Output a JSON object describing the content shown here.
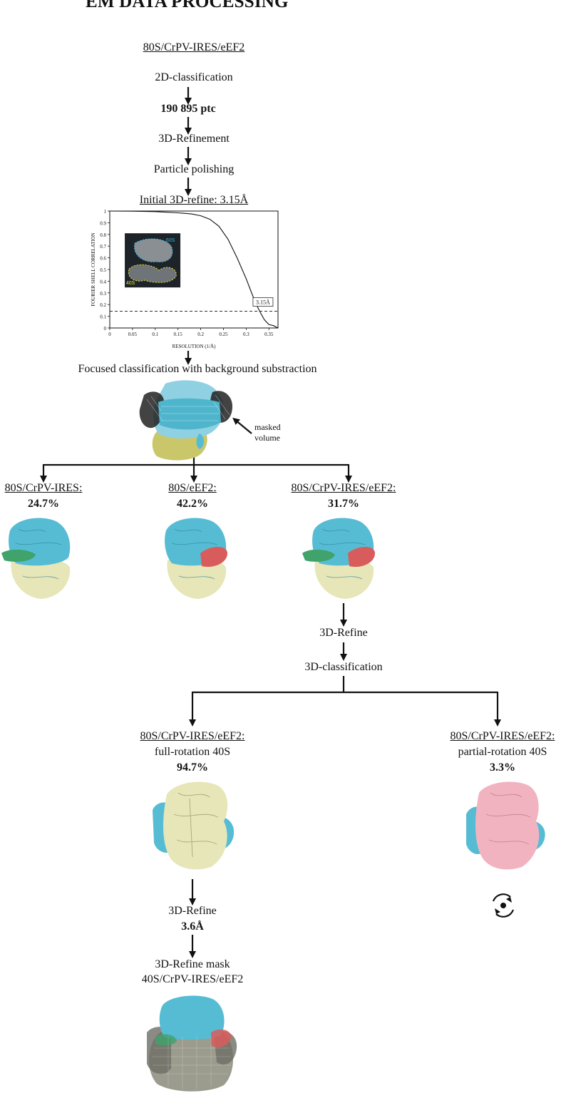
{
  "title": "EM DATA PROCESSING",
  "start_sample": "80S/CrPV-IRES/eEF2",
  "steps": {
    "classification_2d": "2D-classification",
    "particle_count": "190 895 ptc",
    "refinement_3d": "3D-Refinement",
    "polishing": "Particle polishing",
    "initial_refine": "Initial 3D-refine: 3.15Å",
    "focused": "Focused classification with  background substraction",
    "masked_volume_line1": "masked",
    "masked_volume_line2": "volume"
  },
  "fsc_plot": {
    "ylabel": "FOURIER SHELL CORRELATION",
    "xlabel": "RESOLUTION (1/Å)",
    "x_ticks": [
      "0",
      "0.05",
      "0.1",
      "0.15",
      "0.2",
      "0.25",
      "0.3",
      "0.35"
    ],
    "y_ticks": [
      "0",
      "0.1",
      "0.2",
      "0.3",
      "0.4",
      "0.5",
      "0.6",
      "0.7",
      "0.8",
      "0.9",
      "1"
    ],
    "xlim": [
      0,
      0.37
    ],
    "ylim": [
      0,
      1
    ],
    "threshold": 0.143,
    "resolution_label": "3.15Å",
    "inset_60s": "60S",
    "inset_40s": "40S",
    "curve": [
      [
        0,
        1.0
      ],
      [
        0.05,
        0.999
      ],
      [
        0.1,
        0.995
      ],
      [
        0.15,
        0.985
      ],
      [
        0.18,
        0.975
      ],
      [
        0.2,
        0.96
      ],
      [
        0.22,
        0.93
      ],
      [
        0.24,
        0.87
      ],
      [
        0.26,
        0.76
      ],
      [
        0.28,
        0.6
      ],
      [
        0.3,
        0.42
      ],
      [
        0.31,
        0.32
      ],
      [
        0.32,
        0.22
      ],
      [
        0.33,
        0.14
      ],
      [
        0.34,
        0.07
      ],
      [
        0.35,
        0.03
      ],
      [
        0.36,
        0.02
      ],
      [
        0.37,
        0.0
      ]
    ]
  },
  "classes": [
    {
      "name": "80S/CrPV-IRES:",
      "pct": "24.7%"
    },
    {
      "name": "80S/eEF2:",
      "pct": "42.2%"
    },
    {
      "name": "80S/CrPV-IRES/eEF2:",
      "pct": "31.7%"
    }
  ],
  "second_round": {
    "refine": "3D-Refine",
    "classification": "3D-classification"
  },
  "subclasses": [
    {
      "name": "80S/CrPV-IRES/eEF2:",
      "desc": "full-rotation 40S",
      "pct": "94.7%"
    },
    {
      "name": "80S/CrPV-IRES/eEF2:",
      "desc": "partial-rotation 40S",
      "pct": "3.3%"
    }
  ],
  "final": {
    "refine": "3D-Refine",
    "resolution": "3.6Å",
    "mask_line1": "3D-Refine mask",
    "mask_line2": "40S/CrPV-IRES/eEF2"
  },
  "colors": {
    "sixty_s": "#56bcd4",
    "forty_s": "#e6e6b8",
    "ires": "#3fa36b",
    "eef2": "#d95c5c",
    "partial": "#f2b3c0",
    "masked_40s": "#c9c76a"
  }
}
